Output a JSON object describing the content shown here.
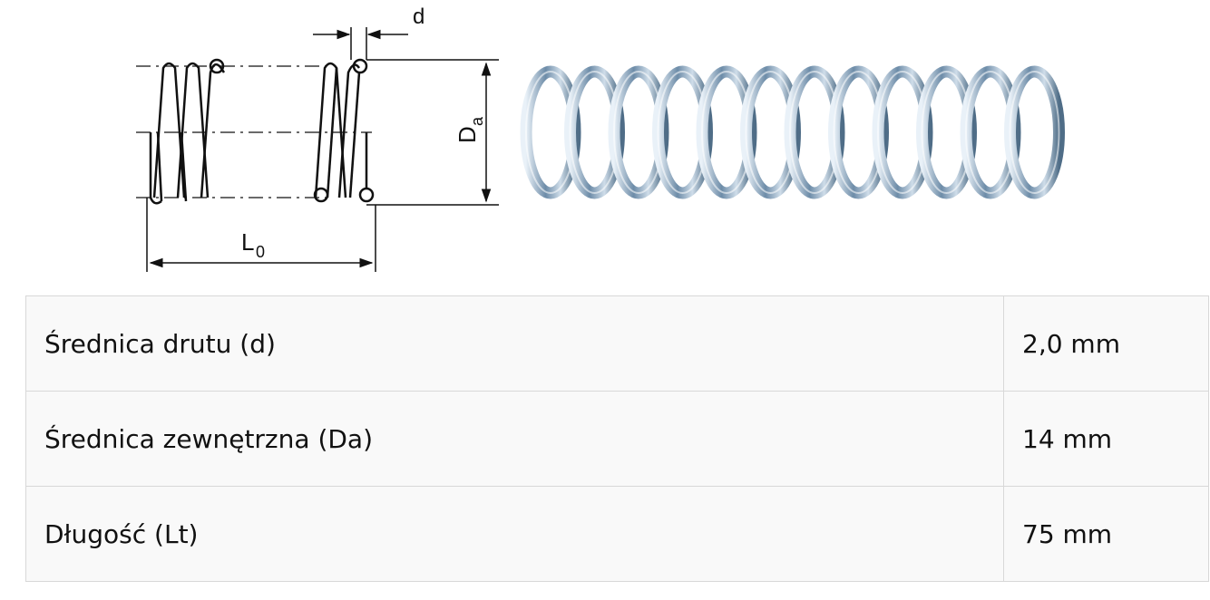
{
  "figure": {
    "dimension_labels": {
      "wire": "d",
      "outer_diameter_main": "D",
      "outer_diameter_sub": "a",
      "length_main": "L",
      "length_sub": "0"
    }
  },
  "spec_table": {
    "rows": [
      {
        "label": "Średnica drutu (d)",
        "value": "2,0 mm"
      },
      {
        "label": "Średnica zewnętrzna (Da)",
        "value": "14 mm"
      },
      {
        "label": "Długość (Lt)",
        "value": "75 mm"
      }
    ]
  }
}
